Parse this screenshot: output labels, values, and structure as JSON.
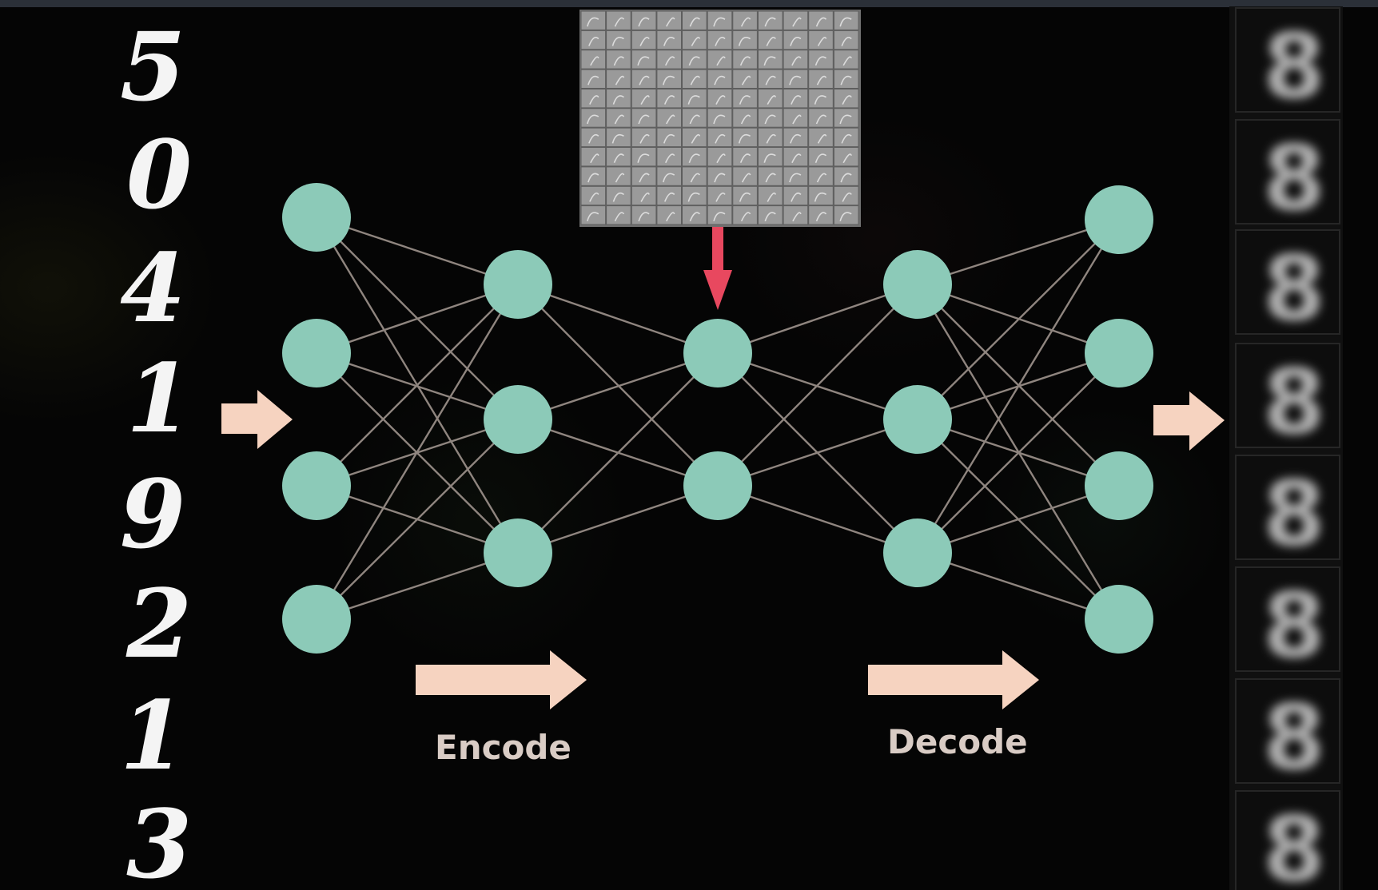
{
  "diagram": {
    "type": "autoencoder",
    "input_digits": [
      "5",
      "0",
      "4",
      "1",
      "9",
      "2",
      "1",
      "3"
    ],
    "labels": {
      "encode": "Encode",
      "decode": "Decode"
    },
    "layers": [
      {
        "nodes": 4
      },
      {
        "nodes": 3
      },
      {
        "nodes": 2
      },
      {
        "nodes": 3
      },
      {
        "nodes": 4
      }
    ],
    "latent_filter_grid": {
      "rows": 11,
      "cols": 11
    },
    "output_digits": [
      "8",
      "8",
      "8",
      "8",
      "8",
      "8",
      "8",
      "8"
    ],
    "colors": {
      "node": "#8ccab8",
      "edge": "#8f857f",
      "flow_arrow": "#f6d3c0",
      "latent_arrow": "#e8485f",
      "background": "#050505"
    }
  }
}
